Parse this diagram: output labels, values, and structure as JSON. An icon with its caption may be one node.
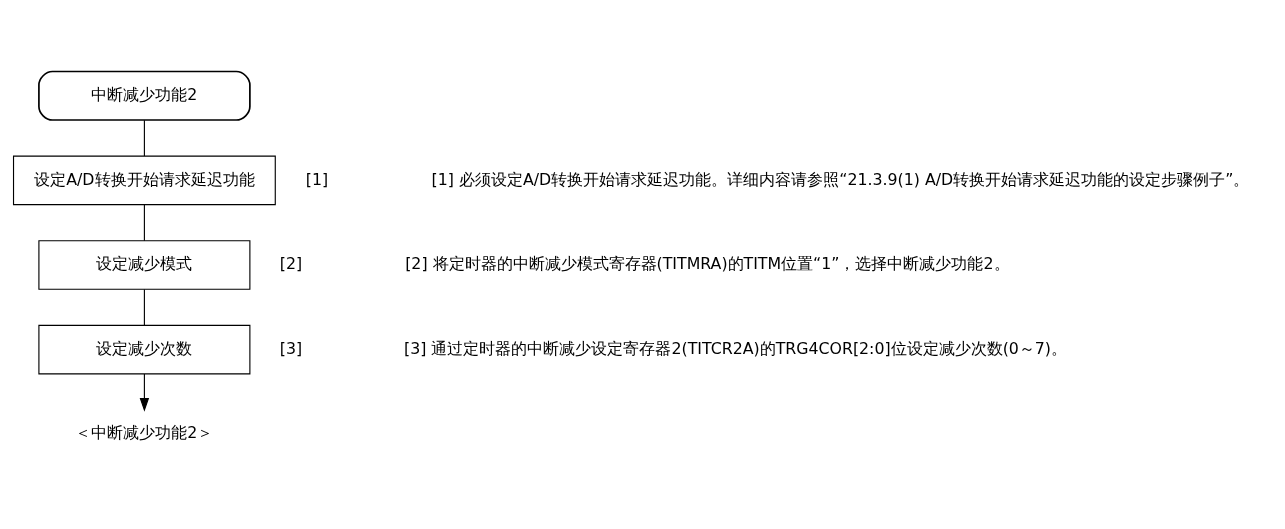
{
  "diagram": {
    "nodes": [
      {
        "text": [
          "中断减少功能2"
        ]
      },
      {
        "text": [
          "设定A/D转换开始请求延迟功能"
        ],
        "beside": [
          "[1]"
        ]
      },
      {
        "text": [
          "设定减少模式"
        ],
        "beside": [
          "[2]"
        ]
      },
      {
        "text": [
          "设定减少次数"
        ],
        "beside": [
          "[3]"
        ]
      },
      {
        "text": [
          "＜中断减少功能2＞"
        ]
      }
    ],
    "edges": [
      {
        "from": 0,
        "to": 1,
        "arrow": "none"
      },
      {
        "from": 1,
        "to": 2,
        "arrow": "none"
      },
      {
        "from": 2,
        "to": 3,
        "arrow": "none"
      },
      {
        "from": 3,
        "to": 4,
        "arrow": "to"
      }
    ],
    "labels": [
      "[1] 必须设定A/D转换开始请求延迟功能。详细内容请参照“21.3.9(1) A/D转换开始请求延迟功能的设定步骤例子”。",
      "[2] 将定时器的中断减少模式寄存器(TITMRA)的TITM位置“1”，选择中断减少功能2。",
      "[3] 通过定时器的中断减少设定寄存器2(TITCR2A)的TRG4COR[2:0]位设定减少次数(0～7)。"
    ]
  }
}
